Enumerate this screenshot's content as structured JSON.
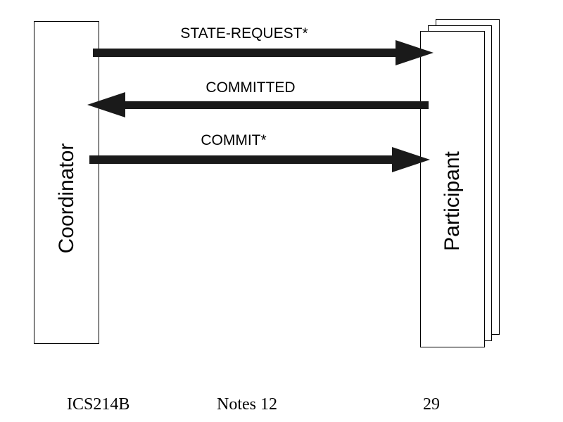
{
  "diagram": {
    "coordinator_label": "Coordinator",
    "participant_label": "Participant",
    "messages": [
      {
        "label": "STATE-REQUEST*",
        "direction": "to-participant"
      },
      {
        "label": "COMMITTED",
        "direction": "to-coordinator"
      },
      {
        "label": "COMMIT*",
        "direction": "to-participant"
      }
    ]
  },
  "footer": {
    "left": "ICS214B",
    "center": "Notes 12",
    "right": "29"
  }
}
